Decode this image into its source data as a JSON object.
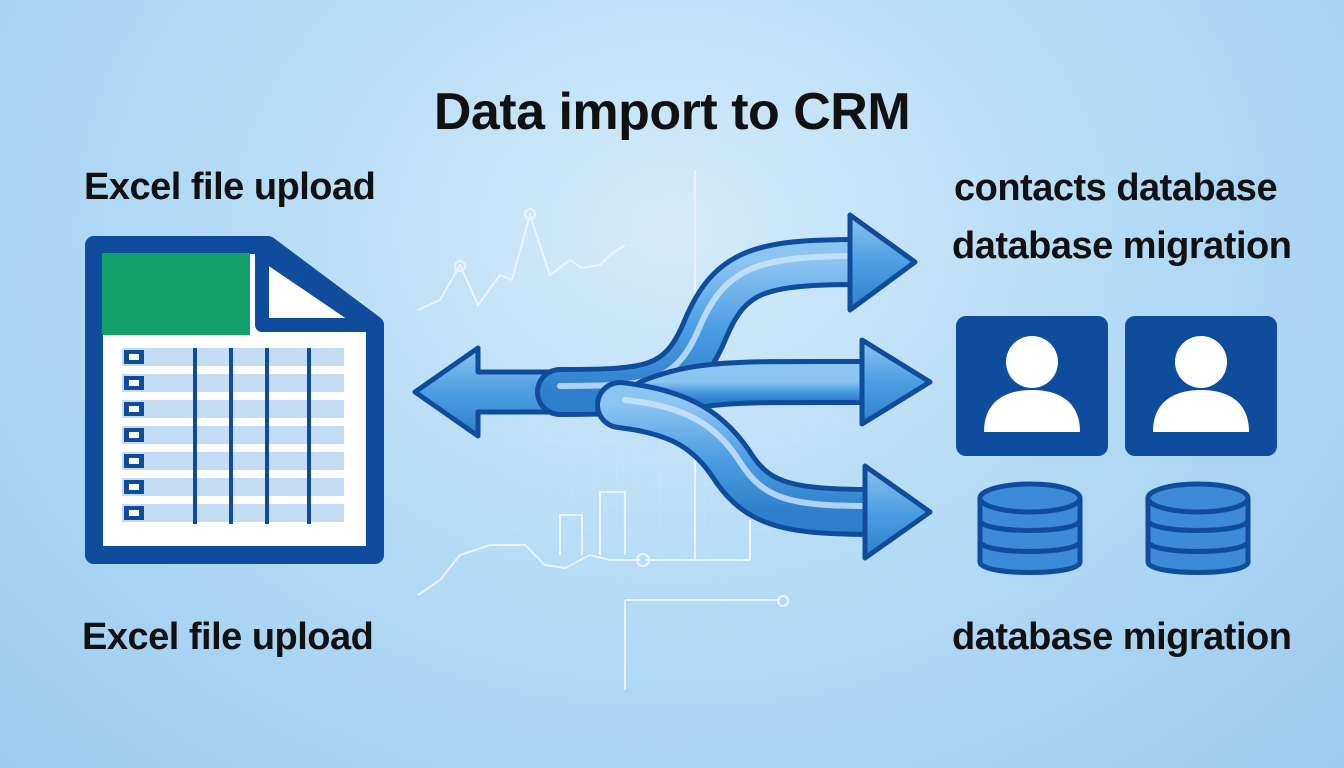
{
  "title": "Data import to CRM",
  "left": {
    "top_label": "Excel file upload",
    "bottom_label": "Excel file upload"
  },
  "right": {
    "labels": [
      "contacts database",
      "database migration"
    ],
    "bottom_label": "database migration"
  },
  "colors": {
    "navy": "#0f4c9c",
    "sheet_green": "#12a06a",
    "arrow_blue": "#5aa8e6",
    "background": "#b6dcf6"
  },
  "icons": [
    "spreadsheet-icon",
    "user-icon",
    "database-icon",
    "bidirectional-arrow-icon"
  ]
}
